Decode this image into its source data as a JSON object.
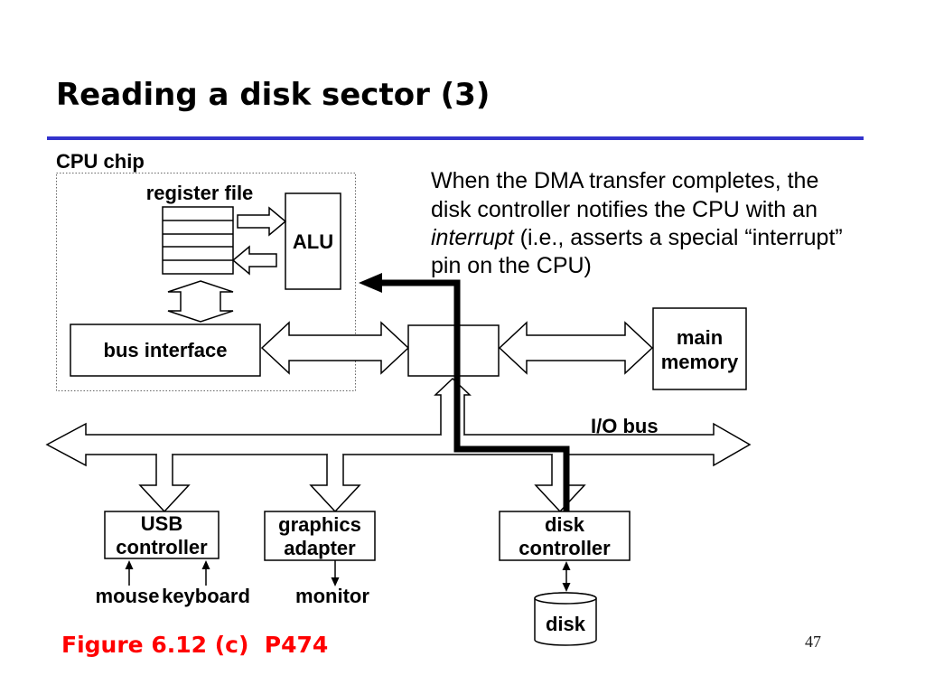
{
  "slide": {
    "title": "Reading a disk sector (3)",
    "caption": "Figure 6.12 (c)  P474",
    "page_number": "47"
  },
  "note": {
    "line1": "When the DMA transfer completes, the",
    "line2": "disk controller notifies the CPU with an",
    "line3_emphasis": "interrupt",
    "line3_rest": " (i.e., asserts a special “interrupt”",
    "line4": "pin on the CPU)"
  },
  "diagram": {
    "cpu_chip_label": "CPU chip",
    "register_file_label": "register file",
    "alu_label": "ALU",
    "bus_interface_label": "bus interface",
    "main_memory_label": [
      "main",
      "memory"
    ],
    "io_bus_label": "I/O bus",
    "usb_controller_label": [
      "USB",
      "controller"
    ],
    "graphics_adapter_label": [
      "graphics",
      "adapter"
    ],
    "disk_controller_label": [
      "disk",
      "controller"
    ],
    "mouse_label": "mouse",
    "keyboard_label": "keyboard",
    "monitor_label": "monitor",
    "disk_label": "disk"
  },
  "colors": {
    "ink": "#000000",
    "rule": "#3333cc",
    "caption": "#ff0000"
  }
}
